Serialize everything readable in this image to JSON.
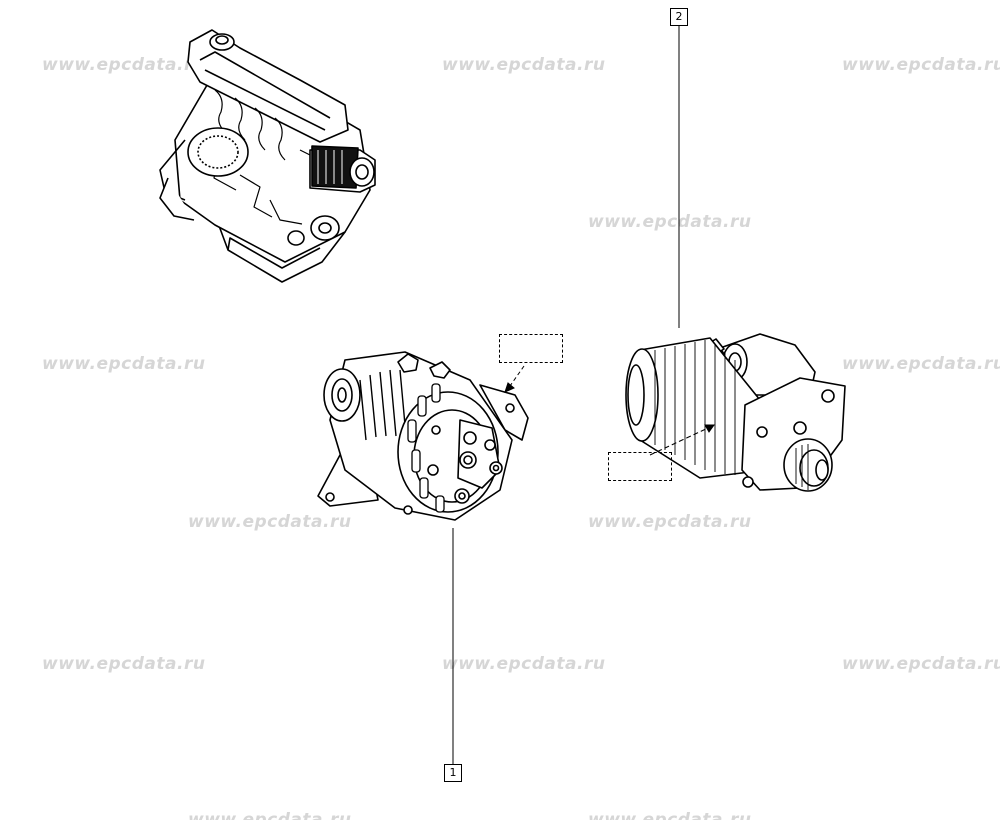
{
  "watermark": {
    "text": "www.epcdata.ru",
    "color": "#d6d6d6"
  },
  "callouts": [
    {
      "id": "1",
      "label": "1",
      "part": "alternator"
    },
    {
      "id": "2",
      "label": "2",
      "part": "starter-motor"
    }
  ],
  "placeholders": [
    {
      "id": "alternator-ref-box"
    },
    {
      "id": "starter-ref-box"
    }
  ]
}
